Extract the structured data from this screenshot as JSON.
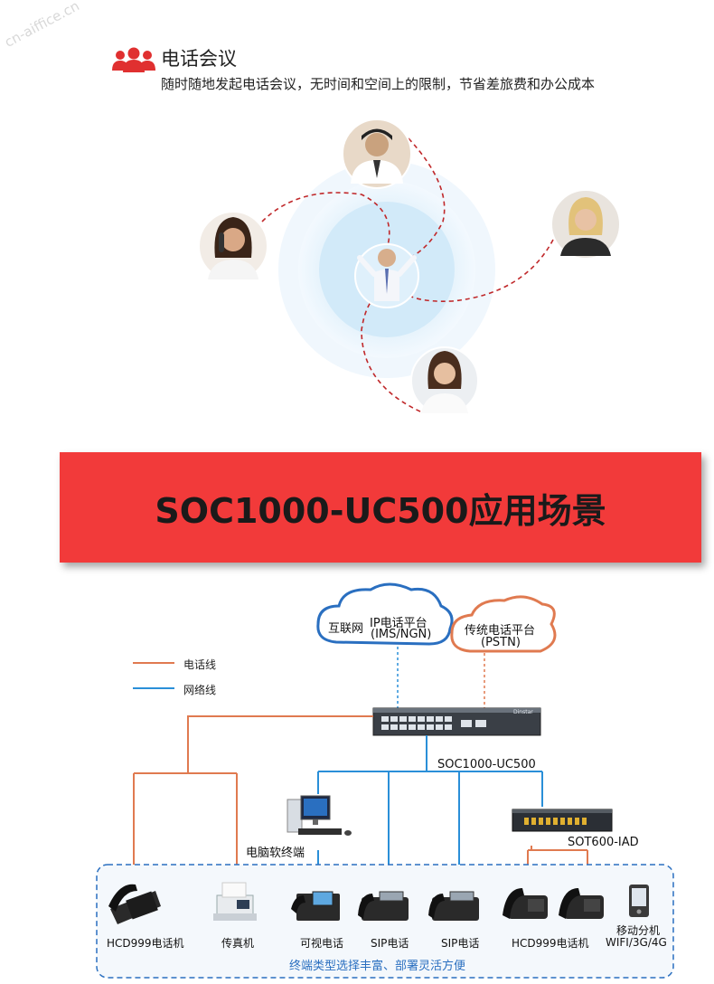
{
  "watermark": "cn-aiffice.cn",
  "conference": {
    "icon": "people-group-icon",
    "title": "电话会议",
    "subtitle": "随时随地发起电话会议，无时间和空间上的限制，节省差旅费和办公成本",
    "accent_color": "#e03030"
  },
  "banner": {
    "title": "SOC1000-UC500应用场景",
    "color": "#f23a3a"
  },
  "network": {
    "clouds": {
      "internet": {
        "line1_left": "互联网",
        "line1_right": "IP电话平台",
        "line2": "(IMS/NGN)"
      },
      "pstn": {
        "line1": "传统电话平台",
        "line2": "(PSTN)"
      }
    },
    "legend": {
      "phone_line": "电话线",
      "network_line": "网络线",
      "phone_color": "#e07a50",
      "network_color": "#2a8fd8"
    },
    "switch": {
      "label": "SOC1000-UC500",
      "brand": "Dinstar"
    },
    "iad": {
      "label": "SOT600-IAD"
    },
    "pc": {
      "label": "电脑软终端"
    },
    "devices": [
      {
        "label": "HCD999电话机",
        "icon": "desk-phone-icon"
      },
      {
        "label": "传真机",
        "icon": "fax-machine-icon"
      },
      {
        "label": "可视电话",
        "icon": "video-phone-icon"
      },
      {
        "label": "SIP电话",
        "icon": "sip-phone-icon"
      },
      {
        "label": "SIP电话",
        "icon": "sip-phone-icon"
      },
      {
        "label": "HCD999电话机",
        "icon": "analog-phone-icon"
      },
      {
        "label": "移动分机",
        "label2": "WIFI/3G/4G",
        "icon": "mobile-phone-icon"
      }
    ],
    "footer": "终端类型选择丰富、部署灵活方便",
    "footer_color": "#2a6fc0"
  }
}
